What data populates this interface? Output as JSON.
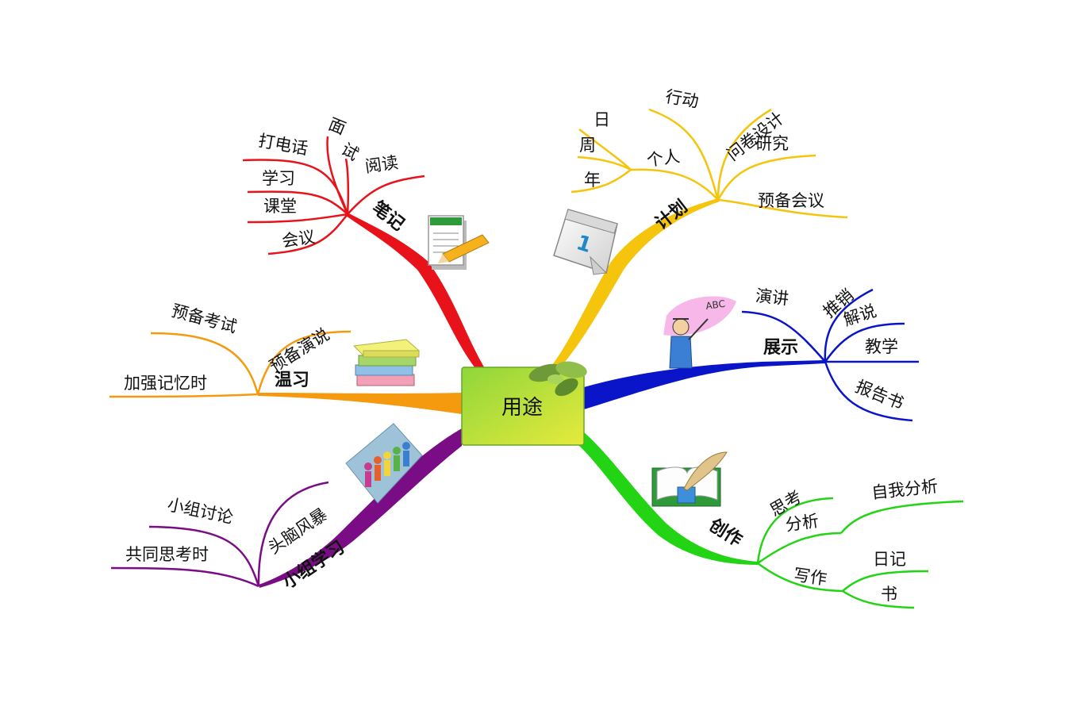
{
  "center": {
    "label": "用途"
  },
  "branches": [
    {
      "id": "notes",
      "label": "笔记",
      "color": "#e8121a",
      "items": [
        "打电话",
        "面",
        "试",
        "阅读",
        "学习",
        "课堂",
        "会议"
      ]
    },
    {
      "id": "plan",
      "label": "计划",
      "color": "#f5c40c",
      "items": [
        "个人",
        "日",
        "周",
        "年",
        "行动",
        "问卷设计",
        "研究",
        "预备会议"
      ]
    },
    {
      "id": "show",
      "label": "展示",
      "color": "#0a14c8",
      "items": [
        "演讲",
        "推销",
        "解说",
        "教学",
        "报告书"
      ]
    },
    {
      "id": "review",
      "label": "温习",
      "color": "#f59a0e",
      "items": [
        "预备考试",
        "预备演说",
        "加强记忆时"
      ]
    },
    {
      "id": "group",
      "label": "小组学习",
      "color": "#7a0d86",
      "items": [
        "小组讨论",
        "头脑风暴",
        "共同思考时"
      ]
    },
    {
      "id": "create",
      "label": "创作",
      "color": "#22d414",
      "items": [
        "思考",
        "分析",
        "自我分析",
        "写作",
        "日记",
        "书"
      ]
    }
  ],
  "icons": {
    "notes": "notepad-pencil-icon",
    "plan": "calendar-page-icon",
    "show": "presenter-icon",
    "review": "book-stack-icon",
    "group": "people-group-icon",
    "create": "quill-book-icon",
    "center": "leaves-icon"
  },
  "calendar_day": "1",
  "presenter_board_text": "ABC"
}
